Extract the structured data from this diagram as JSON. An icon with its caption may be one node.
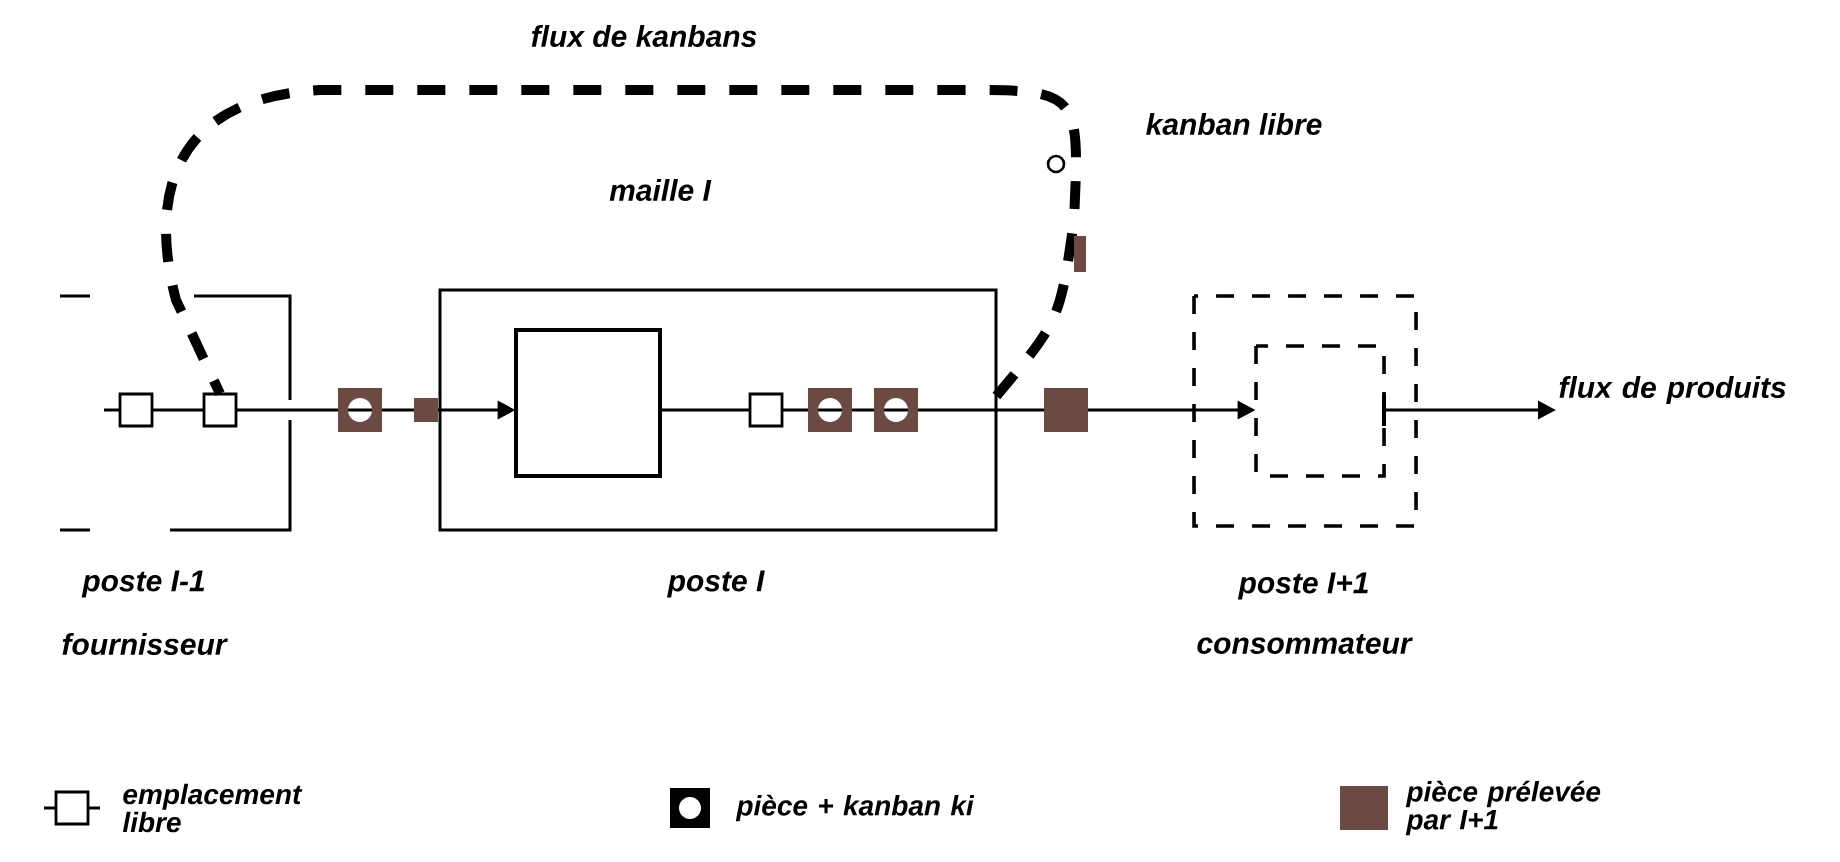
{
  "diagram": {
    "nodes": [
      {
        "text": [
          "poste I-1",
          "fournisseur"
        ]
      },
      {
        "text": [
          "poste I"
        ]
      },
      {
        "text": [
          "poste I+1",
          "consommateur"
        ]
      },
      {
        "text": [],
        "shape": "box",
        "in": 0
      },
      {
        "text": [],
        "shape": "box",
        "in": 0
      },
      {
        "text": [],
        "shape": "box",
        "in": 1
      },
      {
        "text": [],
        "shape": "box",
        "in": 2
      },
      {
        "text": [
          "flux de produits"
        ]
      }
    ],
    "edges": [
      {
        "from": 3,
        "to": 4,
        "arrow": "none"
      },
      {
        "from": 4,
        "to": 5,
        "arrow": "to"
      },
      {
        "from": 5,
        "to": 6,
        "arrow": "to"
      },
      {
        "from": 6,
        "to": 7,
        "arrow": "to"
      },
      {
        "from": 1,
        "to": 4,
        "arrow": "none",
        "style": "dashed",
        "label": "flux de kanbans"
      }
    ],
    "labels": [
      "kanban libre",
      "maille I"
    ],
    "legend": [
      {
        "text": "emplacement libre"
      },
      {
        "text": "pièce + kanban ki"
      },
      {
        "text": "pièce prélevée par I+1",
        "color": "#6b4a44"
      }
    ]
  }
}
